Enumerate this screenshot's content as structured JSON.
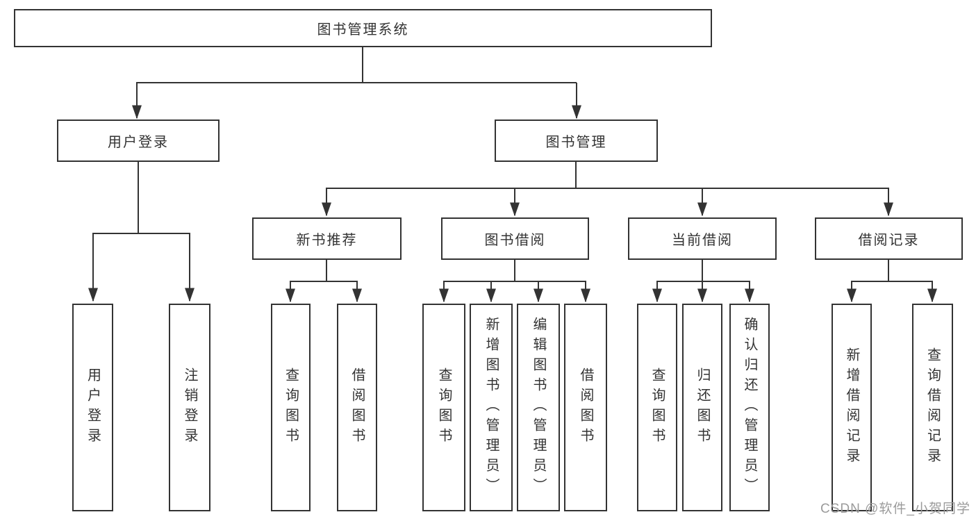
{
  "colors": {
    "line": "#333333",
    "text": "#333333",
    "border": "#333333",
    "watermark": "#9b9b9b",
    "background": "#ffffff"
  },
  "watermark": {
    "text": "CSDN @软件_小贺同学"
  },
  "tree": {
    "root": {
      "label": "图书管理系统"
    },
    "branches": [
      {
        "label": "用户登录",
        "leaves": [
          {
            "label": "用户登录"
          },
          {
            "label": "注销登录"
          }
        ]
      },
      {
        "label": "图书管理",
        "groups": [
          {
            "label": "新书推荐",
            "leaves": [
              {
                "label": "查询图书"
              },
              {
                "label": "借阅图书"
              }
            ]
          },
          {
            "label": "图书借阅",
            "leaves": [
              {
                "label": "查询图书"
              },
              {
                "label": "新增图书（管理员）"
              },
              {
                "label": "编辑图书（管理员）"
              },
              {
                "label": "借阅图书"
              }
            ]
          },
          {
            "label": "当前借阅",
            "leaves": [
              {
                "label": "查询图书"
              },
              {
                "label": "归还图书"
              },
              {
                "label": "确认归还（管理员）"
              }
            ]
          },
          {
            "label": "借阅记录",
            "leaves": [
              {
                "label": "新增借阅记录"
              },
              {
                "label": "查询借阅记录"
              }
            ]
          }
        ]
      }
    ]
  }
}
